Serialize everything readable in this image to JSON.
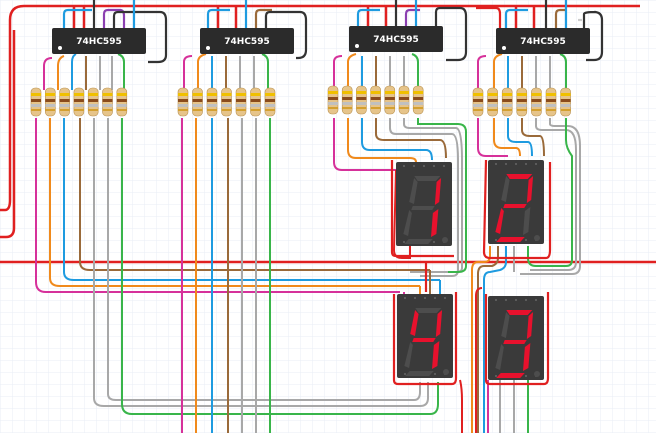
{
  "circuit": {
    "chips": [
      {
        "label": "74HC595"
      },
      {
        "label": "74HC595"
      },
      {
        "label": "74HC595"
      },
      {
        "label": "74HC595"
      }
    ],
    "displays": [
      {
        "digit": "1"
      },
      {
        "digit": "2"
      },
      {
        "digit": "4"
      },
      {
        "digit": "3"
      }
    ],
    "colors": {
      "background": "#ffffff",
      "grid": "#e9eef5",
      "chip_body": "#2b2b2b",
      "display_body": "#3a3a3a",
      "segment_on": "#e8112d",
      "segment_off": "#4d4d4d",
      "wire_red": "#e02020",
      "wire_orange": "#f08a1c",
      "wire_blue": "#1e9be0",
      "wire_brown": "#9a6a3a",
      "wire_gray": "#a8a8a8",
      "wire_green": "#39b54a",
      "wire_magenta": "#d6319a",
      "wire_purple": "#8a3fb0",
      "wire_black": "#333333"
    }
  }
}
